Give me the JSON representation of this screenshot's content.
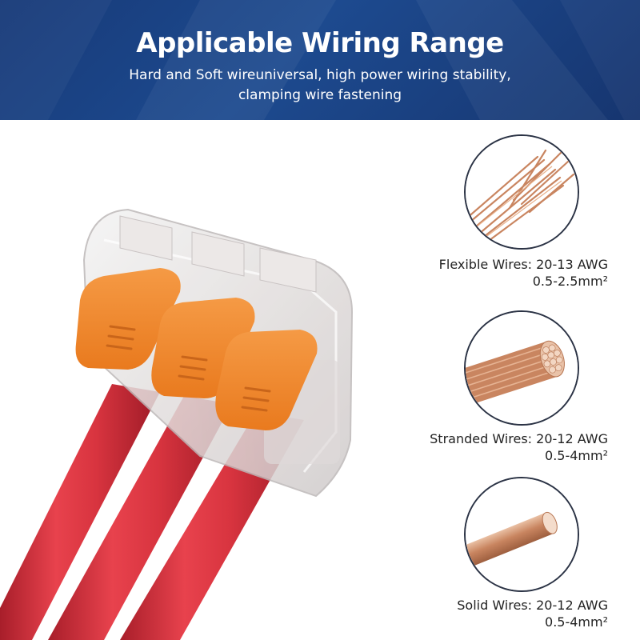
{
  "header": {
    "title": "Applicable Wiring Range",
    "subtitle_line1": "Hard and Soft wireuniversal, high power wiring stability,",
    "subtitle_line2": "clamping wire fastening"
  },
  "wires": [
    {
      "name": "Flexible Wires: 20-13 AWG",
      "size": "0.5-2.5mm²",
      "icon": "flexible-wire-icon"
    },
    {
      "name": "Stranded Wires: 20-12 AWG",
      "size": "0.5-4mm²",
      "icon": "stranded-wire-icon"
    },
    {
      "name": "Solid Wires: 20-12 AWG",
      "size": "0.5-4mm²",
      "icon": "solid-wire-icon"
    }
  ],
  "colors": {
    "header_blue": "#1d4a8f",
    "lever_orange": "#f28a2e",
    "wire_red": "#d8343f",
    "copper": "#c98560"
  }
}
